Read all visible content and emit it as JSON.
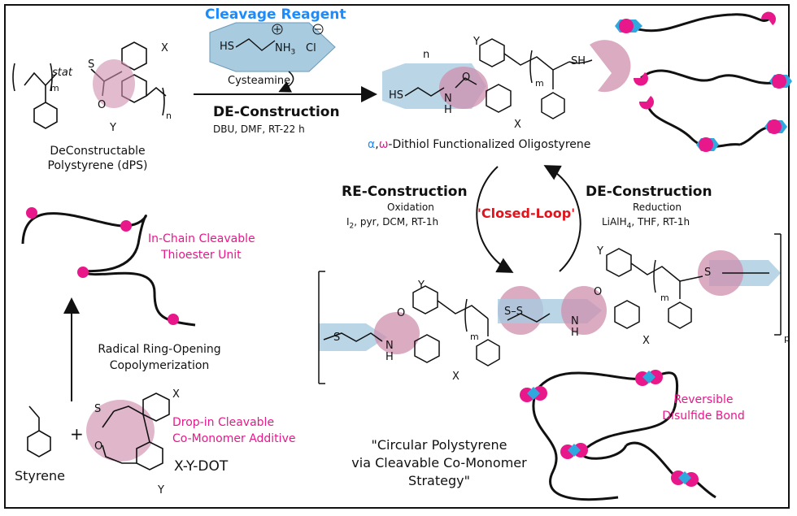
{
  "reagent": {
    "heading": "Cleavage Reagent",
    "hs": "HS",
    "nh3": "NH",
    "nh3_sub": "3",
    "cl": "Cl",
    "name": "Cysteamine"
  },
  "de_construction_top": {
    "title": "DE-Construction",
    "conditions": "DBU, DMF, RT-22 h"
  },
  "dps": {
    "stat": "stat",
    "m": "m",
    "n": "n",
    "s": "S",
    "o": "O",
    "x": "X",
    "y": "Y",
    "label_line1": "DeConstructable",
    "label_line2": "Polystyrene (dPS)"
  },
  "dithiol": {
    "n": "n",
    "hs": "HS",
    "n_atom": "N",
    "h": "H",
    "o": "O",
    "sh": "SH",
    "m": "m",
    "x": "X",
    "y": "Y",
    "alpha": "α",
    "comma": ",",
    "omega": "ω",
    "label_rest": "-Dithiol Functionalized Oligostyrene"
  },
  "loop": {
    "re_title": "RE-Construction",
    "re_sub": "Oxidation",
    "re_cond_i": "I",
    "re_cond_sub": "2",
    "re_cond_rest": ", pyr, DCM, RT-1h",
    "center": "'Closed-Loop'",
    "de_title": "DE-Construction",
    "de_sub": "Reduction",
    "de_cond_a": "LiAlH",
    "de_cond_sub": "4",
    "de_cond_rest": ", THF, RT-1h"
  },
  "in_chain": {
    "line1": "In-Chain Cleavable",
    "line2": "Thioester Unit"
  },
  "rrop": {
    "line1": "Radical Ring-Opening",
    "line2": "Copolymerization"
  },
  "monomer": {
    "styrene": "Styrene",
    "plus": "+",
    "s": "S",
    "o": "O",
    "x": "X",
    "y": "Y",
    "dot": "X-Y-DOT",
    "additive_line1": "Drop-in Cleavable",
    "additive_line2": "Co-Monomer Additive"
  },
  "polymer": {
    "y1": "Y",
    "y2": "Y",
    "x1": "X",
    "x2": "X",
    "s1": "S",
    "o1": "O",
    "n1": "N",
    "h1": "H",
    "m1": "m",
    "ss": "S–S",
    "n2": "N",
    "h2": "H",
    "o2": "O",
    "m2": "m",
    "s_end": "S",
    "p": "p"
  },
  "strategy": {
    "line1": "\"Circular Polystyrene",
    "line2": "via Cleavable Co-Monomer",
    "line3": "Strategy\""
  },
  "disulfide": {
    "line1": "Reversible",
    "line2": "Disulfide Bond"
  },
  "colors": {
    "pink_accent": "#e8178a",
    "blue_heading": "#1a8cff",
    "red_loop": "#e0141c",
    "mauve_highlight": "#cf8fae",
    "teal_highlight": "#a8cbe0",
    "diamond_blue": "#2fa8e0"
  }
}
